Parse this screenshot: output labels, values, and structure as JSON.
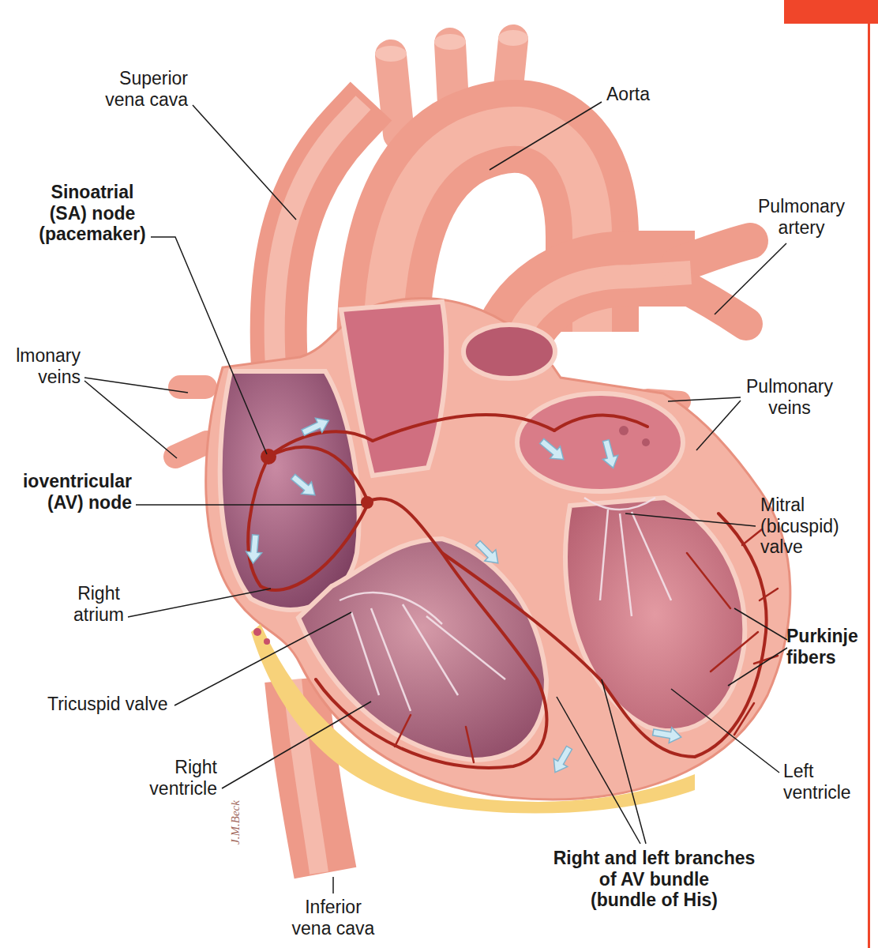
{
  "diagram": {
    "labels": [
      "Superior vena cava",
      "Aorta",
      "Pulmonary artery",
      "Sinoatrial (SA) node (pacemaker)",
      "lmonary veins",
      "Pulmonary veins",
      "ioventricular (AV) node",
      "Mitral (bicuspid) valve",
      "Right atrium",
      "Purkinje fibers",
      "Tricuspid valve",
      "Left ventricle",
      "Right ventricle",
      "J.M.Beck",
      "Right and left branches of AV bundle",
      "(bundle of His)",
      "Inferior vena cava"
    ]
  }
}
